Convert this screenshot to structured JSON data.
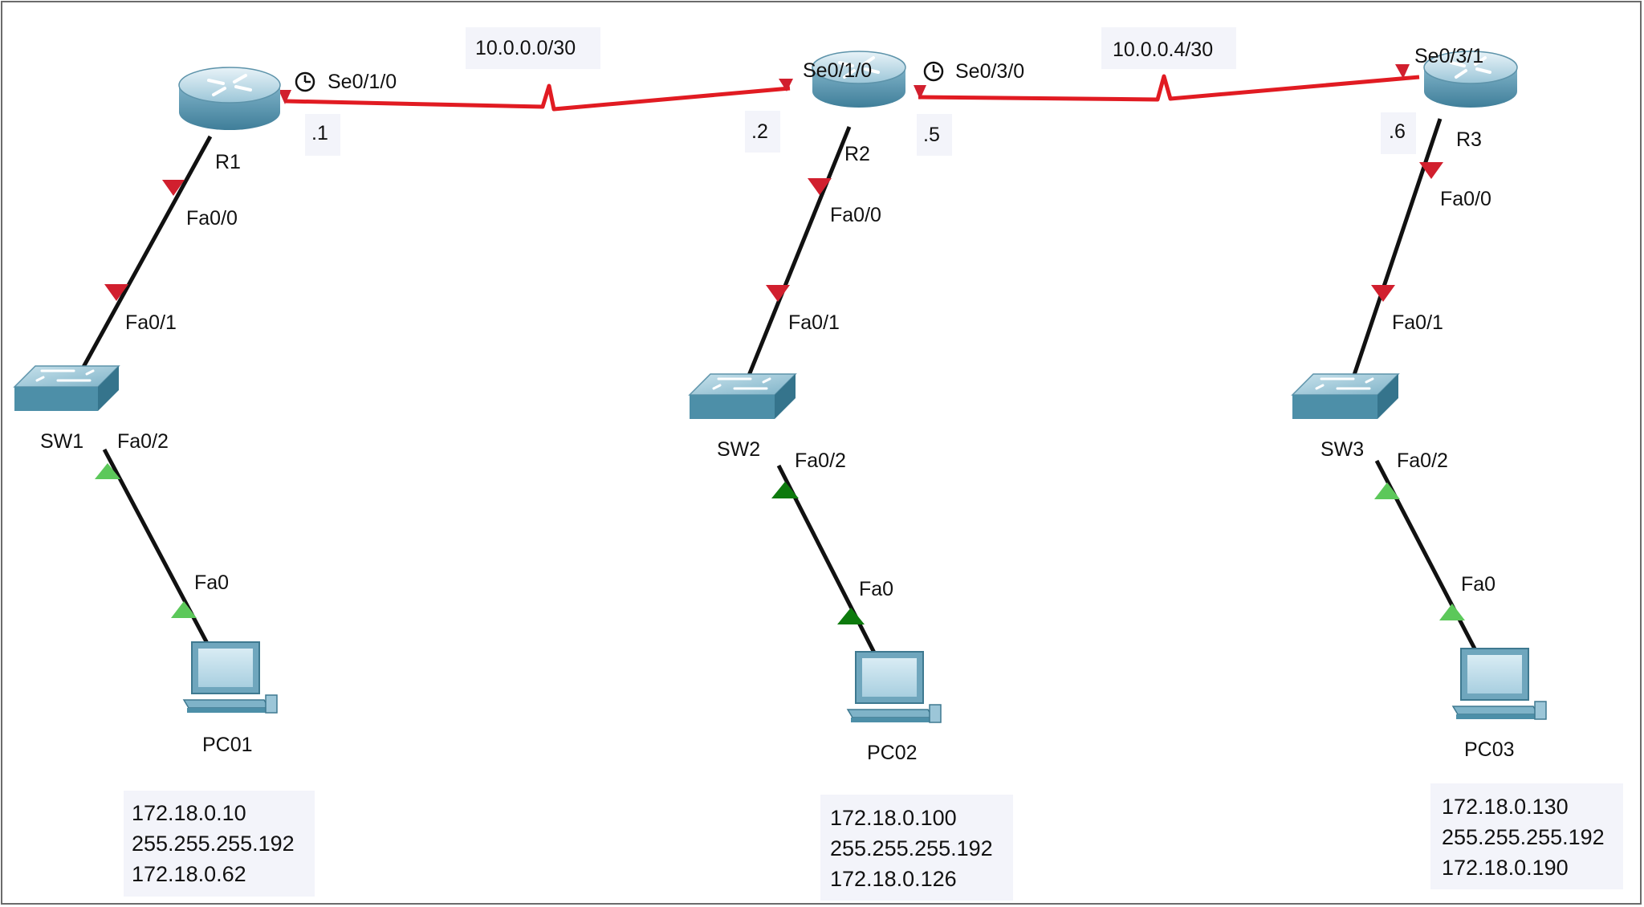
{
  "colors": {
    "serial_link": "#e11b22",
    "ethernet_link": "#111111",
    "port_down": "#d11f2e",
    "port_up_light": "#5cc85a",
    "port_up_dark": "#0d7a0d",
    "device_body": "#8ab8cc",
    "note_background": "#f3f4fa"
  },
  "networks": {
    "r1_r2": "10.0.0.0/30",
    "r2_r3": "10.0.0.4/30"
  },
  "routers": [
    {
      "name": "R1",
      "icon": "router-icon",
      "serial_port": "Se0/1/0",
      "serial_host": ".1",
      "lan_port": "Fa0/0"
    },
    {
      "name": "R2",
      "icon": "router-icon",
      "serial_port_left": "Se0/1/0",
      "serial_host_left": ".2",
      "serial_port_right": "Se0/3/0",
      "serial_host_right": ".5",
      "lan_port": "Fa0/0"
    },
    {
      "name": "R3",
      "icon": "router-icon",
      "serial_port": "Se0/3/1",
      "serial_host": ".6",
      "lan_port": "Fa0/0"
    }
  ],
  "switches": [
    {
      "name": "SW1",
      "icon": "switch-icon",
      "uplink_port": "Fa0/1",
      "pc_port": "Fa0/2"
    },
    {
      "name": "SW2",
      "icon": "switch-icon",
      "uplink_port": "Fa0/1",
      "pc_port": "Fa0/2"
    },
    {
      "name": "SW3",
      "icon": "switch-icon",
      "uplink_port": "Fa0/1",
      "pc_port": "Fa0/2"
    }
  ],
  "pcs": [
    {
      "name": "PC01",
      "icon": "pc-icon",
      "port": "Fa0",
      "ip": "172.18.0.10",
      "mask": "255.255.255.192",
      "gateway": "172.18.0.62"
    },
    {
      "name": "PC02",
      "icon": "pc-icon",
      "port": "Fa0",
      "ip": "172.18.0.100",
      "mask": "255.255.255.192",
      "gateway": "172.18.0.126"
    },
    {
      "name": "PC03",
      "icon": "pc-icon",
      "port": "Fa0",
      "ip": "172.18.0.130",
      "mask": "255.255.255.192",
      "gateway": "172.18.0.190"
    }
  ],
  "clock_icon": "clock-icon"
}
